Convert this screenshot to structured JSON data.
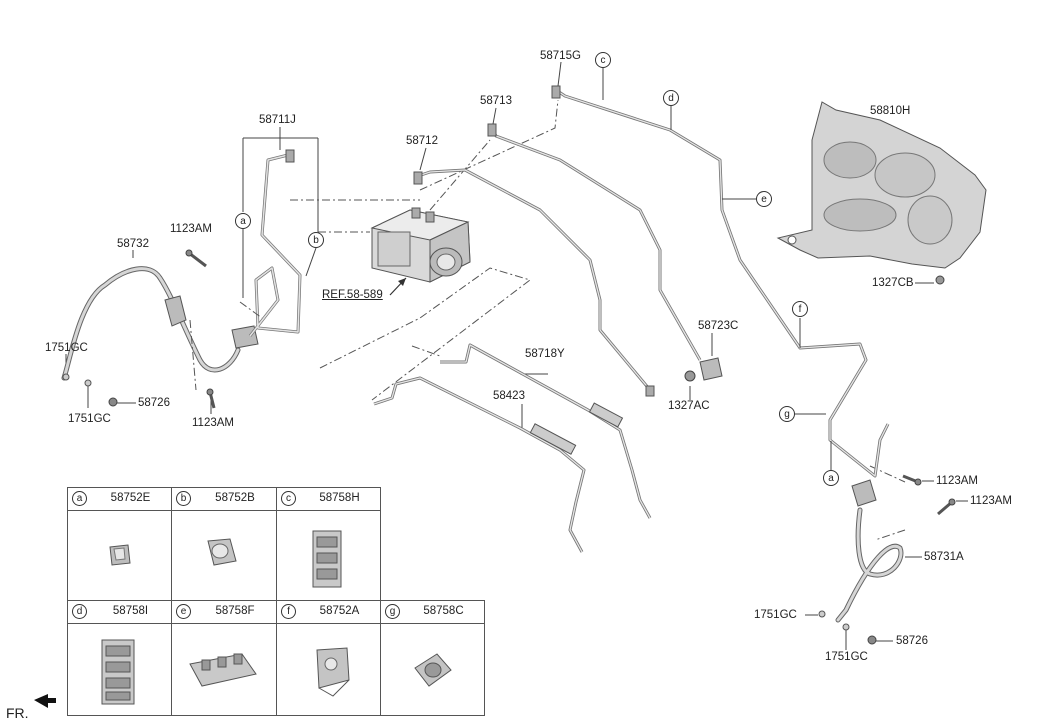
{
  "parts": {
    "p58711J": "58711J",
    "p58732": "58732",
    "p1123AM_a": "1123AM",
    "p1123AM_b": "1123AM",
    "p1751GC_a": "1751GC",
    "p1751GC_b": "1751GC",
    "p58726_a": "58726",
    "p58712": "58712",
    "p58713": "58713",
    "p58715G": "58715G",
    "p58810H": "58810H",
    "p1327CB": "1327CB",
    "p58723C": "58723C",
    "p1327AC": "1327AC",
    "p58718Y": "58718Y",
    "p58423": "58423",
    "p1123AM_c": "1123AM",
    "p1123AM_d": "1123AM",
    "p58731A": "58731A",
    "p1751GC_c": "1751GC",
    "p1751GC_d": "1751GC",
    "p58726_b": "58726"
  },
  "reference": "REF.58-589",
  "callouts": {
    "a1": "a",
    "b1": "b",
    "c1": "c",
    "d1": "d",
    "e1": "e",
    "f1": "f",
    "g1": "g",
    "a2": "a"
  },
  "legend": [
    {
      "letter": "a",
      "code": "58752E"
    },
    {
      "letter": "b",
      "code": "58752B"
    },
    {
      "letter": "c",
      "code": "58758H"
    },
    {
      "letter": "d",
      "code": "58758I"
    },
    {
      "letter": "e",
      "code": "58758F"
    },
    {
      "letter": "f",
      "code": "58752A"
    },
    {
      "letter": "g",
      "code": "58758C"
    }
  ],
  "front_label": "FR."
}
